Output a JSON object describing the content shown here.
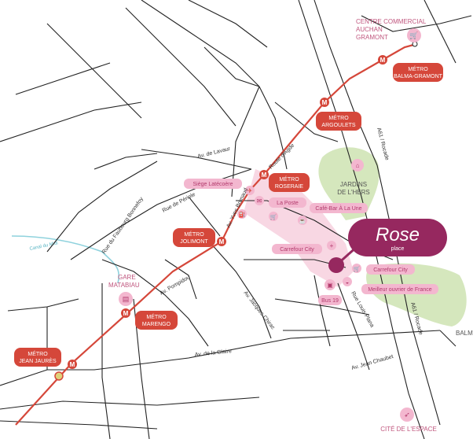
{
  "colors": {
    "metro_line": "#d5473a",
    "metro_badge": "#d5473a",
    "pink_zone": "#f6c9da",
    "pink_label": "#f3b7cf",
    "pink_text": "#b23a6c",
    "green": "#d5e7bd",
    "canal": "#8fd2dd",
    "road": "#222222",
    "brand": "#96285f"
  },
  "brand": {
    "name": "Rose",
    "sub": "place"
  },
  "metro_stations": [
    {
      "id": "balma-gramont",
      "lines": [
        "MÉTRO",
        "BALMA-GRAMONT"
      ]
    },
    {
      "id": "argoulets",
      "lines": [
        "MÉTRO",
        "ARGOULETS"
      ]
    },
    {
      "id": "roseraie",
      "lines": [
        "MÉTRO",
        "ROSERAIE"
      ]
    },
    {
      "id": "jolimont",
      "lines": [
        "MÉTRO",
        "JOLIMONT"
      ]
    },
    {
      "id": "marengo",
      "lines": [
        "MÉTRO",
        "MARENGO"
      ]
    },
    {
      "id": "jean-jaures",
      "lines": [
        "MÉTRO",
        "JEAN JAURÈS"
      ]
    }
  ],
  "pois": [
    {
      "id": "latecoere",
      "label": "Siège Latécoère"
    },
    {
      "id": "la-poste",
      "label": "La Poste"
    },
    {
      "id": "cafe",
      "label": "Café-Bar À La Une"
    },
    {
      "id": "carrefour-city-1",
      "label": "Carrefour City"
    },
    {
      "id": "carrefour-city-2",
      "label": "Carrefour City"
    },
    {
      "id": "meilleur-ouvrier",
      "label": "Meilleur ouvrier de France"
    },
    {
      "id": "bus-19",
      "label": "Bus 19"
    }
  ],
  "places": {
    "auchan": [
      "CENTRE COMMERCIAL",
      "AUCHAN",
      "GRAMONT"
    ],
    "jardins": [
      "JARDINS",
      "DE L'HERS"
    ],
    "gare": [
      "GARE",
      "MATABIAU"
    ],
    "cite_espace": "CITÉ DE L'ESPACE",
    "balma": "BALM"
  },
  "streets": {
    "lavaur": "Av. de Lavaur",
    "agde": "Route d'Agde",
    "periole": "Rue de Périole",
    "bonnefoy": "Rue du Faubourg Bonnefoy",
    "brunaud": "Av. Yves Brunaud",
    "pompidou": "Av. Pompidou",
    "chirac": "Av. Jacques Chirac",
    "glaire": "Av. de la Glaire",
    "chaubet": "Av. Jean Chaubet",
    "dieras": "Rue Louis Plana",
    "a61_top": "A61 / Rocade",
    "a61_bottom": "A61 / Rocade",
    "canal": "Canal du Midi"
  }
}
